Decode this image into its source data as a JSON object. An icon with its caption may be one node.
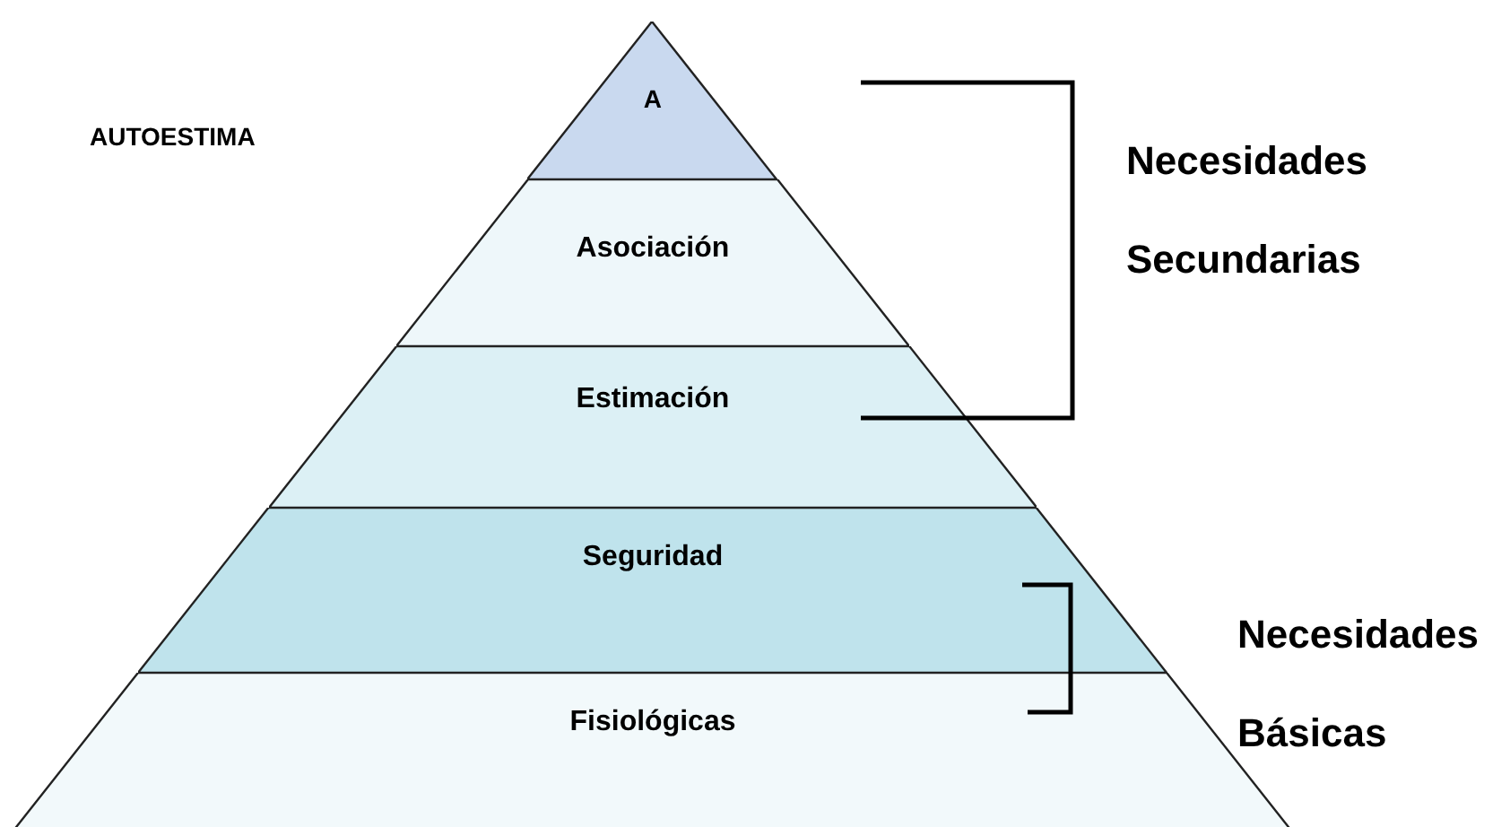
{
  "diagram": {
    "nodes": [
      {
        "text": [
          "A"
        ]
      },
      {
        "text": [
          "Asociación"
        ]
      },
      {
        "text": [
          "Estimación"
        ]
      },
      {
        "text": [
          "Seguridad"
        ]
      },
      {
        "text": [
          "Fisiológicas"
        ]
      }
    ],
    "labels": [
      "AUTOESTIMA",
      "Necesidades Secundarias",
      "Necesidades Básicas"
    ]
  }
}
